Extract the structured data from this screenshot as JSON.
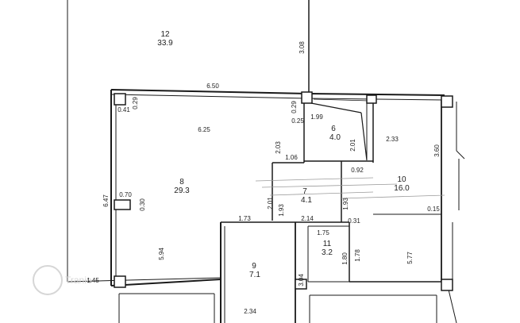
{
  "plan": {
    "rooms": [
      {
        "num": "12",
        "area": "33.9"
      },
      {
        "num": "8",
        "area": "29.3"
      },
      {
        "num": "6",
        "area": "4.0"
      },
      {
        "num": "7",
        "area": "4.1"
      },
      {
        "num": "10",
        "area": "16.0"
      },
      {
        "num": "9",
        "area": "7.1"
      },
      {
        "num": "11",
        "area": "3.2"
      }
    ],
    "dimensions": [
      "6.50",
      "3.08",
      "0.41",
      "0.29",
      "6.25",
      "0.29",
      "0.25",
      "1.99",
      "2.03",
      "1.06",
      "2.01",
      "0.92",
      "2.33",
      "3.60",
      "6.47",
      "0.70",
      "0.30",
      "2.01",
      "1.93",
      "1.93",
      "0.31",
      "0.15",
      "1.73",
      "2.14",
      "1.75",
      "1.80",
      "1.78",
      "5.94",
      "5.77",
      "3.04",
      "2.34",
      "1.45"
    ],
    "watermark": "Tranio"
  },
  "colors": {
    "line": "#1a1a1a",
    "hatch": "#9a9a9a",
    "watermark": "#d6d6d6"
  }
}
